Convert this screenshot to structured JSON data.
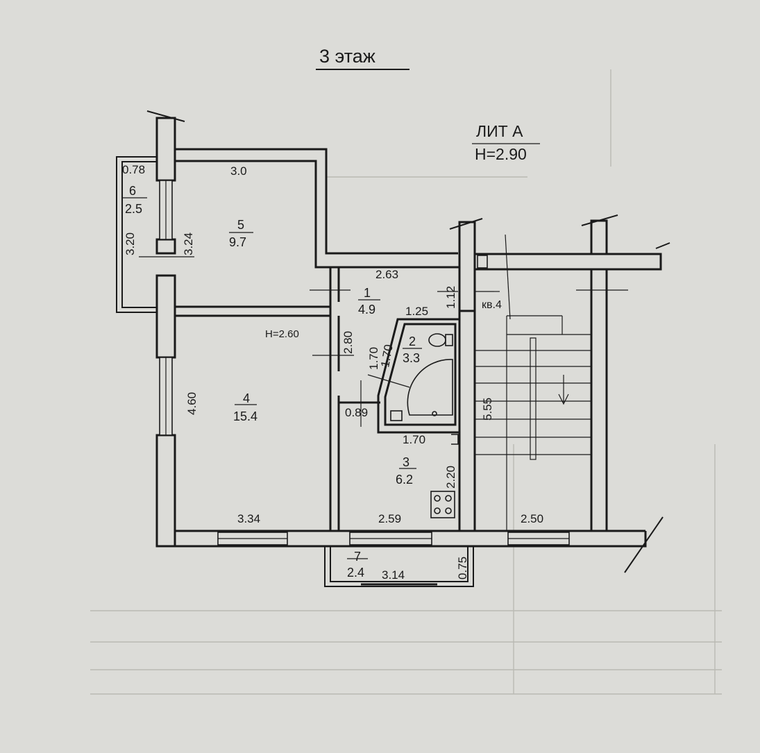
{
  "header": {
    "floor_title": "3 этаж",
    "lit_label": "ЛИТ А",
    "height_label": "H=2.90"
  },
  "rooms": [
    {
      "number": "1",
      "area": "4.9"
    },
    {
      "number": "2",
      "area": "3.3"
    },
    {
      "number": "3",
      "area": "6.2"
    },
    {
      "number": "4",
      "area": "15.4"
    },
    {
      "number": "5",
      "area": "9.7"
    },
    {
      "number": "6",
      "area": "2.5"
    },
    {
      "number": "7",
      "area": "2.4"
    }
  ],
  "apartment_label": "кв.4",
  "room4_height": "H=2.60",
  "dimensions": {
    "d_078": "0.78",
    "d_30": "3.0",
    "d_320": "3.20",
    "d_324": "3.24",
    "d_263": "2.63",
    "d_112": "1.12",
    "d_125": "1.25",
    "d_280": "2.80",
    "d_170_diag": "1.70",
    "d_089": "0.89",
    "d_460": "4.60",
    "d_170": "1.70",
    "d_220": "2.20",
    "d_555": "5.55",
    "d_334": "3.34",
    "d_259": "2.59",
    "d_250": "2.50",
    "d_075": "0.75",
    "d_314": "3.14"
  },
  "colors": {
    "paper": "#dcdcd8",
    "ink": "#1a1a1a",
    "grid_faint": "#b9b9b3"
  }
}
